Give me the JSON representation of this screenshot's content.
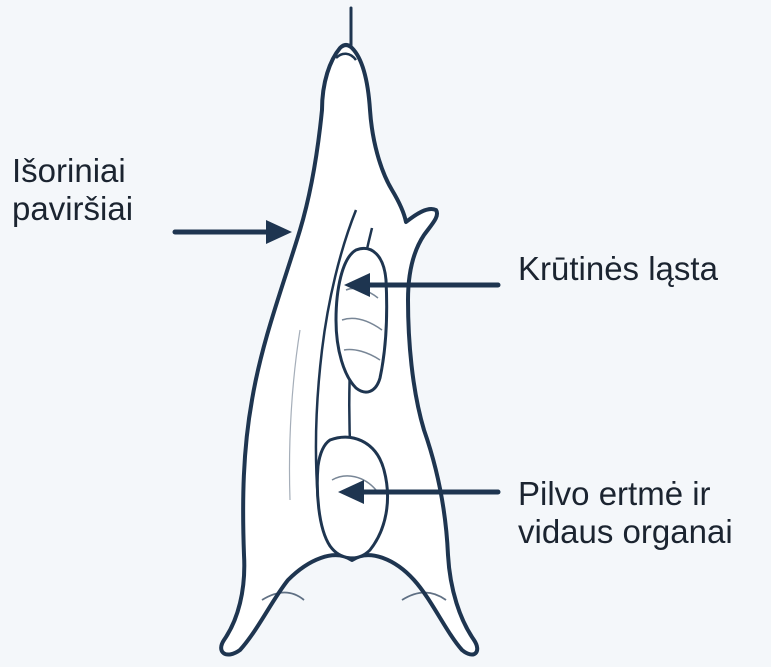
{
  "labels": {
    "exterior_surfaces": [
      "Išoriniai",
      "paviršiai"
    ],
    "rib_cage": [
      "Krūtinės ląsta"
    ],
    "abdominal_cavity": [
      "Pilvo ertmė ir",
      "vidaus organai"
    ]
  },
  "colors": {
    "background": "#f4f7fa",
    "outline": "#1e3550",
    "arrow": "#1e3550",
    "text": "#1b2430"
  }
}
